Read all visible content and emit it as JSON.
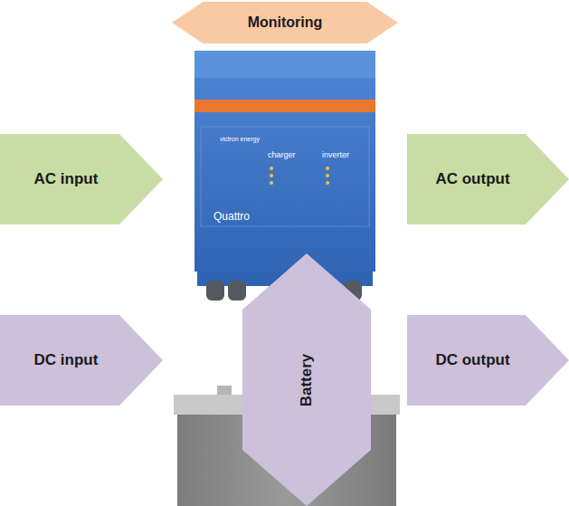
{
  "diagram": {
    "nodes": [
      {
        "text": [
          "Monitoring"
        ]
      },
      {
        "text": [
          "AC input"
        ]
      },
      {
        "text": [
          "AC output"
        ]
      },
      {
        "text": [
          "DC input"
        ]
      },
      {
        "text": [
          "Battery"
        ]
      },
      {
        "text": [
          "DC output"
        ]
      }
    ],
    "labels": [
      "victron energy",
      "charger",
      "inverter",
      "Quattro"
    ]
  }
}
